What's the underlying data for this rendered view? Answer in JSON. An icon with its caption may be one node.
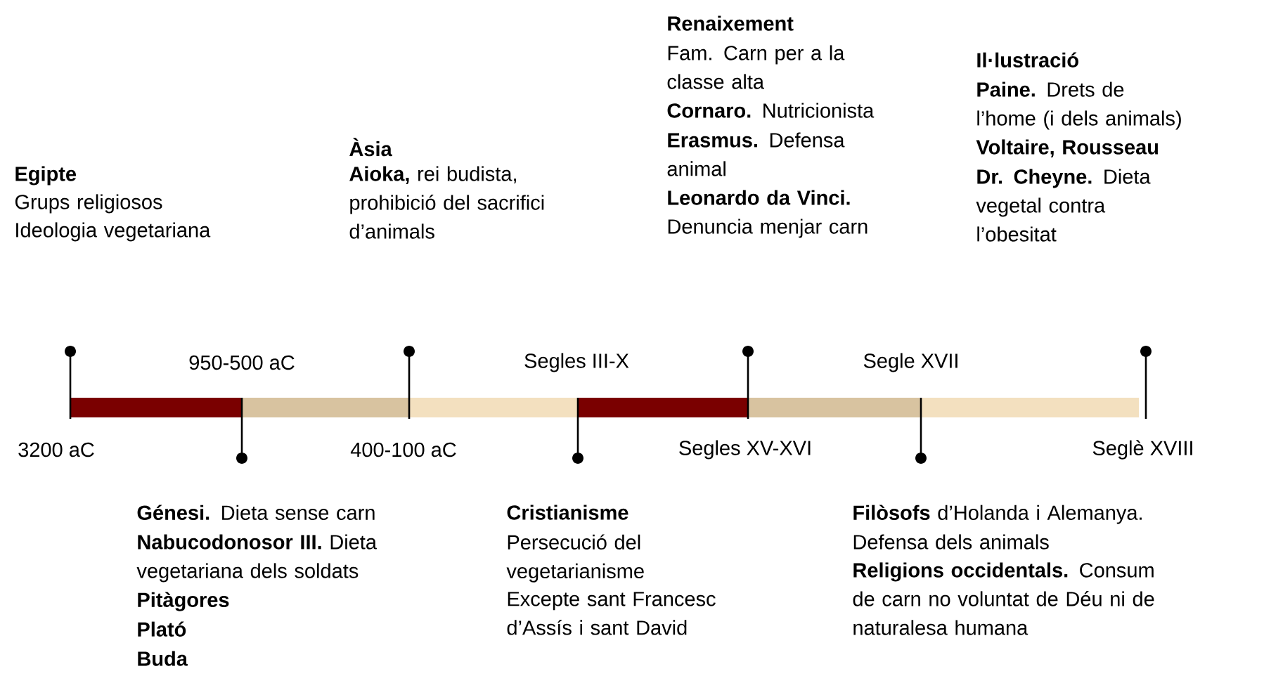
{
  "diagram": {
    "labels": [
      "Egipte",
      "Grups religiosos",
      "Ideologia vegetariana",
      "Àsia",
      "**Aioka,** rei budista, prohibició del sacrifici d’animals",
      "Renaixement",
      "Fam. Carn per a la classe alta",
      "**Cornaro.** Nutricionista",
      "**Erasmus.** Defensa animal",
      "**Leonardo da Vinci.** Denuncia menjar carn",
      "Il·lustració",
      "**Paine.** Drets de l’home (i dels animals)",
      "Voltaire, Rousseau",
      "**Dr. Cheyne.** Dieta vegetal contra l’obesitat",
      "950-500 aC",
      "Segles III-X",
      "Segle XVII",
      "3200 aC",
      "400-100 aC",
      "Segles XV-XVI",
      "Seglè XVIII",
      "**Génesi.** Dieta sense carn",
      "**Nabucodonosor III.** Dieta vegetariana dels soldats",
      "Pitàgores",
      "Plató",
      "Buda",
      "Cristianisme",
      "Persecució del vegetarianisme",
      "Excepte sant Francesc d’Assís i sant David",
      "**Filòsofs** d’Holanda i Alemanya.",
      "Defensa dels animals",
      "**Religions occidentals.** Consum de carn no voluntat de Déu ni de naturalesa humana"
    ]
  }
}
